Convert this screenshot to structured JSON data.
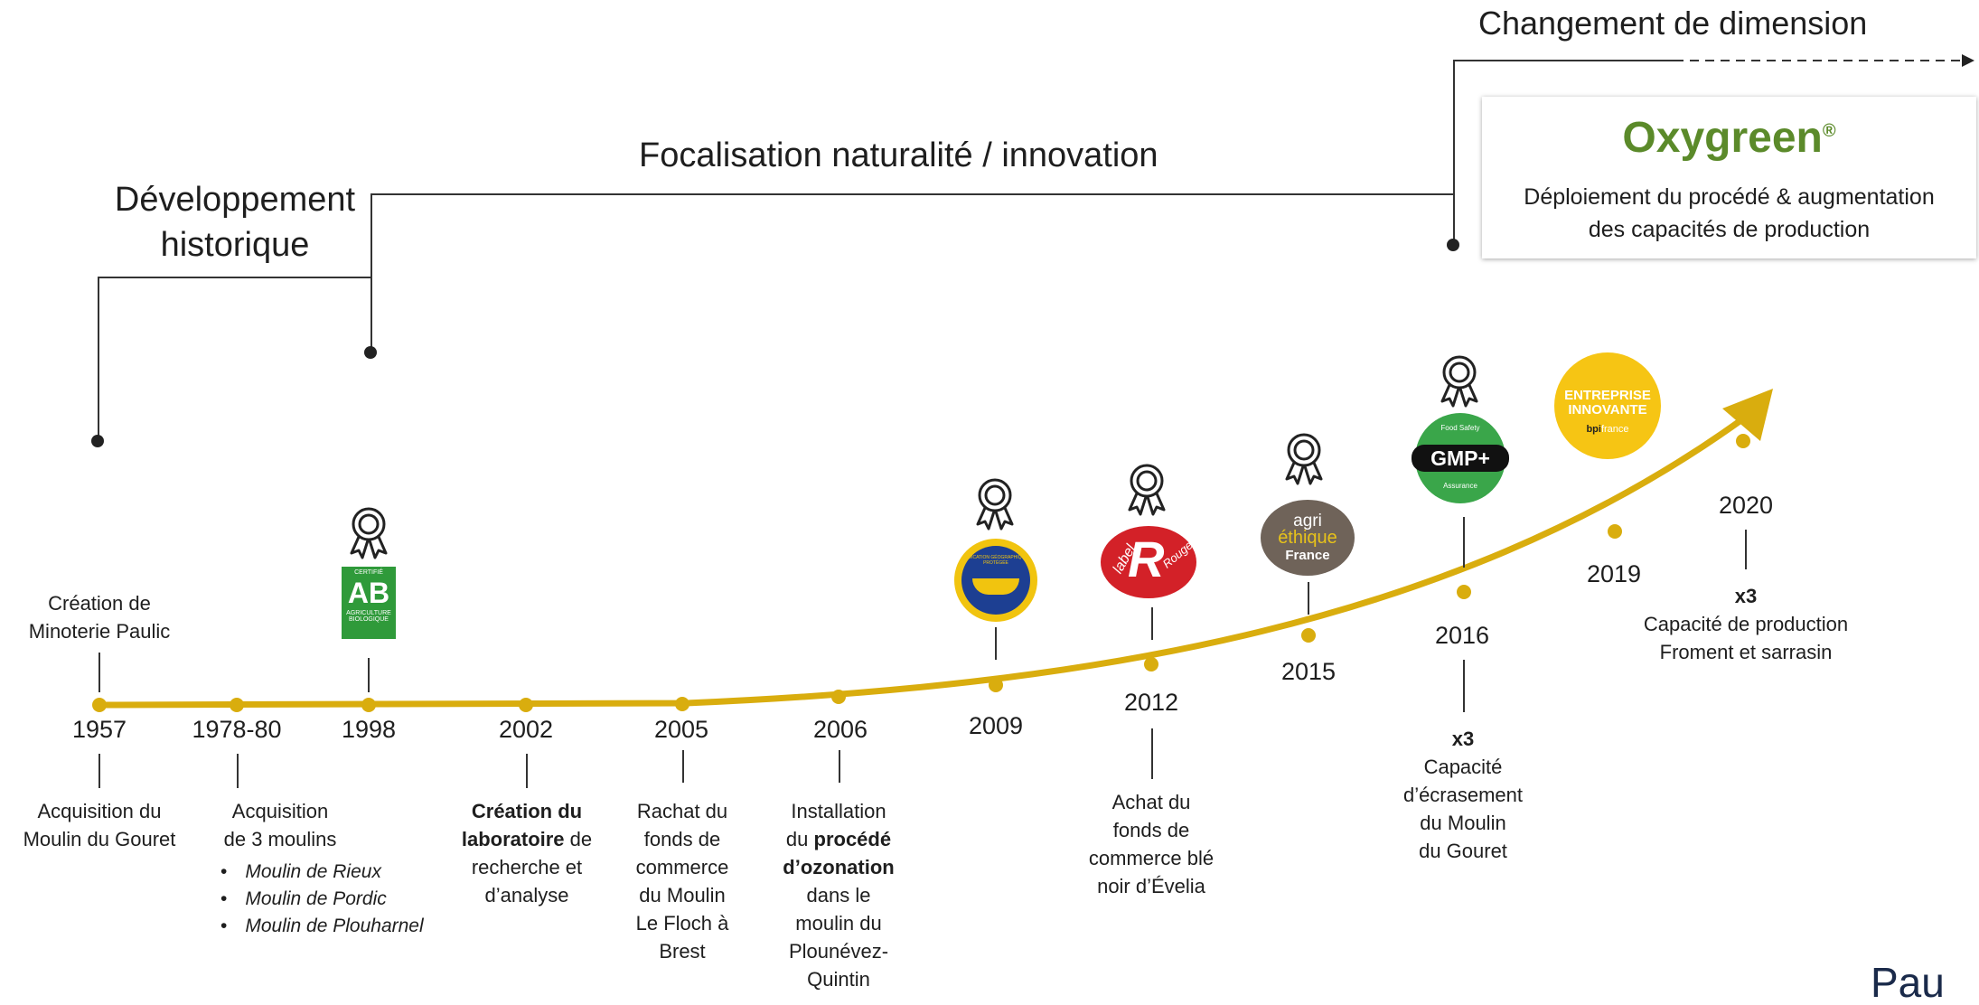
{
  "phases": {
    "changement": "Changement de dimension",
    "focalisation": "Focalisation naturalité / innovation",
    "developpement_1": "Développement",
    "developpement_2": "historique"
  },
  "oxygreen": {
    "brand": "Oxygreen",
    "registered": "®",
    "desc_1": "Déploiement du procédé & augmentation",
    "desc_2": "des capacités de production",
    "brand_color": "#5b8a2a"
  },
  "timeline_color": "#d9ad0e",
  "years": {
    "y1957": "1957",
    "y1978": "1978-80",
    "y1998": "1998",
    "y2002": "2002",
    "y2005": "2005",
    "y2006": "2006",
    "y2009": "2009",
    "y2012": "2012",
    "y2015": "2015",
    "y2016": "2016",
    "y2019": "2019",
    "y2020": "2020"
  },
  "events": {
    "e1957_top_1": "Création de",
    "e1957_top_2": "Minoterie Paulic",
    "e1957_1": "Acquisition du",
    "e1957_2": "Moulin du Gouret",
    "e1978_1": "Acquisition",
    "e1978_2": "de 3 moulins",
    "e1978_bullets": [
      "Moulin de Rieux",
      "Moulin de Pordic",
      "Moulin de Plouharnel"
    ],
    "e2002_b1": "Création du",
    "e2002_b2": "laboratoire",
    "e2002_2": " de",
    "e2002_3": "recherche et",
    "e2002_4": "d’analyse",
    "e2005": [
      "Rachat du",
      "fonds de",
      "commerce",
      "du Moulin",
      "Le Floch à",
      "Brest"
    ],
    "e2006_1": "Installation",
    "e2006_2a": "du ",
    "e2006_2b": "procédé",
    "e2006_3b": "d’ozonation",
    "e2006_rest": [
      "dans le",
      "moulin du",
      "Plounévez-",
      "Quintin"
    ],
    "e2012": [
      "Achat du",
      "fonds de",
      "commerce blé",
      "noir d’Évelia"
    ],
    "e2016_x3": "x3",
    "e2016": [
      "Capacité",
      "d’écrasement",
      "du Moulin",
      "du Gouret"
    ],
    "e2020_x3": "x3",
    "e2020_1": "Capacité de production",
    "e2020_2": "Froment et sarrasin"
  },
  "logos": {
    "ab_top": "CERTIFIÉ",
    "ab_main": "AB",
    "ab_bottom_1": "AGRICULTURE",
    "ab_bottom_2": "BIOLOGIQUE",
    "igp_text": "INDICATION GÉOGRAPHIQUE PROTÉGÉE",
    "label_rouge_1": "label",
    "label_rouge_2": "Rouge",
    "agri_1": "agri",
    "agri_2": "éthique",
    "agri_3": "France",
    "gmp_top": "Food Safety",
    "gmp_main": "GMP+",
    "gmp_bottom": "Assurance",
    "bpi_1": "ENTREPRISE",
    "bpi_2": "INNOVANTE",
    "bpi_3a": "bpi",
    "bpi_3b": "france"
  },
  "corner_text": "Pau"
}
